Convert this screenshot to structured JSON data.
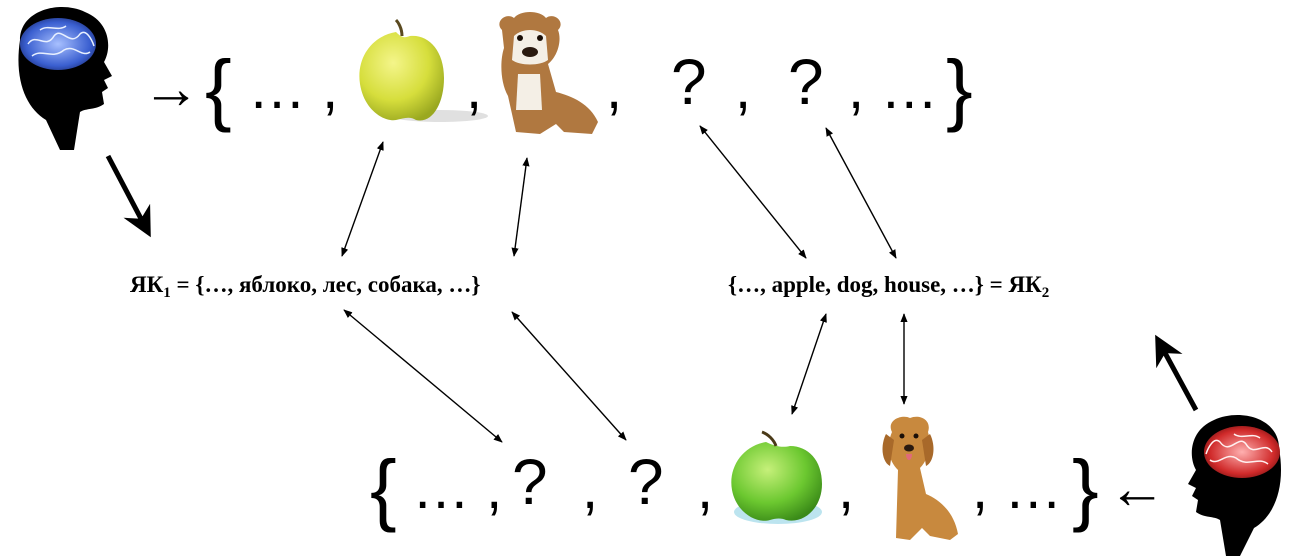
{
  "top_set": {
    "open": "{",
    "lead": "… ,",
    "sep1": ",",
    "sep2": ",",
    "q1": "?",
    "sep3": ",",
    "q2": "?",
    "tail": ", …",
    "close": "}",
    "arrow": "→"
  },
  "language_1": {
    "prefix": "ЯК",
    "subscript": "1",
    "rest": " = {…, яблоко, лес, собака, …}"
  },
  "language_2": {
    "text": "{…, apple, dog, house, …} = ЯК",
    "subscript": "2"
  },
  "bottom_set": {
    "open": "{",
    "lead": "… ,",
    "q1": "?",
    "sep1": ",",
    "q2": "?",
    "sep2": ",",
    "sep3": ",",
    "tail": ", …",
    "close": "}",
    "arrow": "←"
  },
  "icons": {
    "head_top": "head-blue-brain-icon",
    "head_bottom": "head-red-brain-icon",
    "apple_top": "yellow-apple-icon",
    "apple_bottom": "green-apple-icon",
    "dog_top": "bulldog-puppy-icon",
    "dog_bottom": "golden-retriever-icon"
  },
  "colors": {
    "ink": "#000000",
    "brain_blue": "#3a5fd0",
    "brain_red": "#d02a2a",
    "apple_yellow": "#d8e040",
    "apple_green": "#6cc830"
  }
}
